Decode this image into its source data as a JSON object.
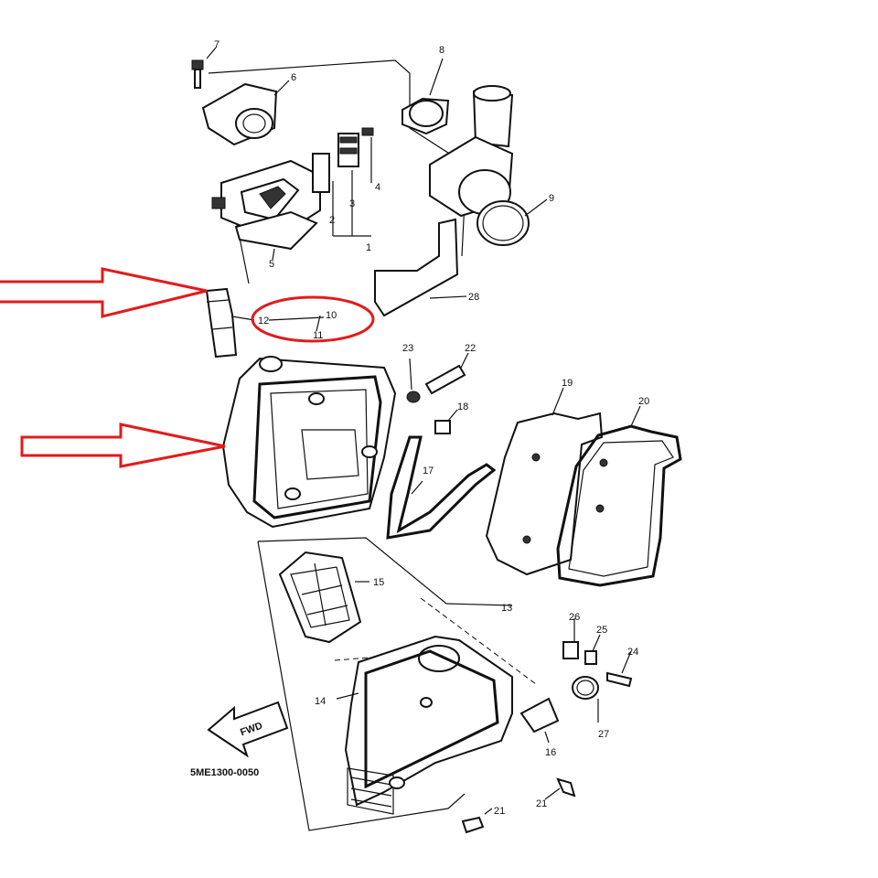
{
  "diagram": {
    "drawing_code": "5ME1300-0050",
    "direction_label": "FWD",
    "callouts": {
      "c1": "1",
      "c2": "2",
      "c3": "3",
      "c4": "4",
      "c5": "5",
      "c6": "6",
      "c7": "7",
      "c8": "8",
      "c9": "9",
      "c10": "10",
      "c11": "11",
      "c12": "12",
      "c13": "13",
      "c14": "14",
      "c15": "15",
      "c16": "16",
      "c17": "17",
      "c18": "18",
      "c19": "19",
      "c20": "20",
      "c21a": "21",
      "c21b": "21",
      "c22": "22",
      "c23": "23",
      "c24": "24",
      "c25": "25",
      "c26": "26",
      "c27": "27",
      "c28": "28"
    },
    "annotation_color": "#e21b1b"
  }
}
